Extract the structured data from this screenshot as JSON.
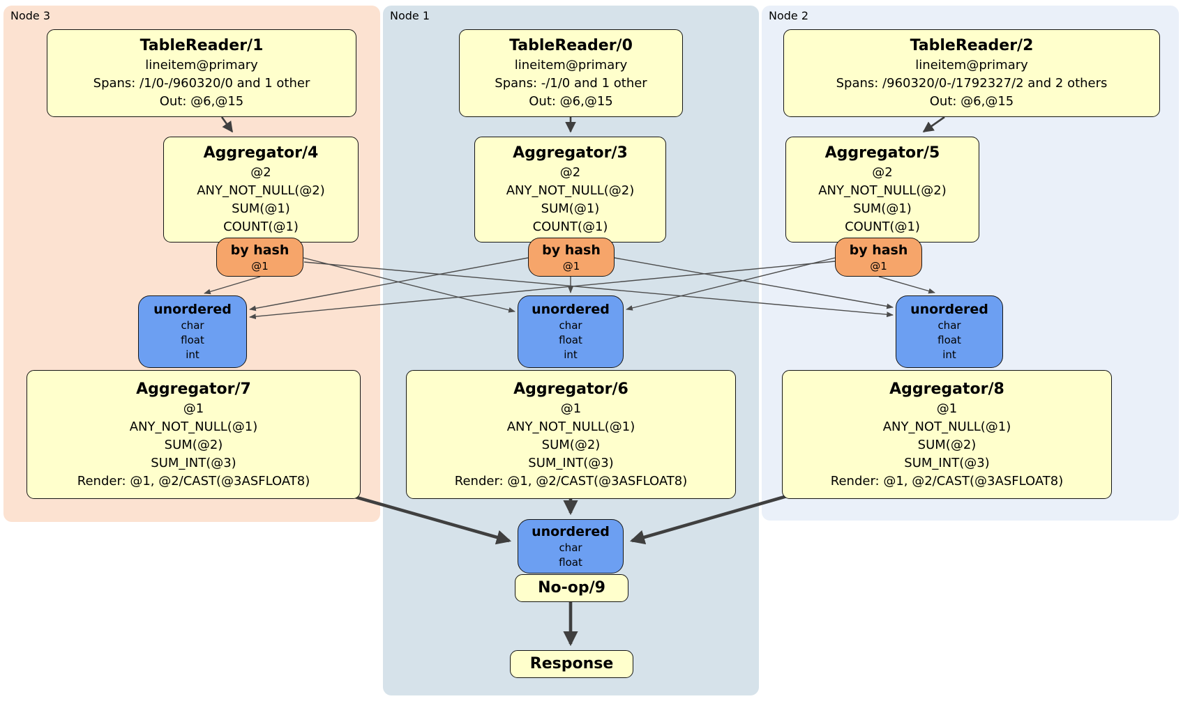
{
  "colors": {
    "node3_bg": "#fce2d1",
    "node1_bg": "#d6e2ea",
    "node2_bg": "#eaf0f9",
    "processor_fill": "#ffffcc",
    "router_fill": "#f6a56a",
    "sync_fill": "#6c9ff2",
    "edge_color": "#3f3f3f"
  },
  "regions": {
    "node3": {
      "label": "Node 3"
    },
    "node1": {
      "label": "Node 1"
    },
    "node2": {
      "label": "Node 2"
    }
  },
  "boxes": {
    "tr1": {
      "title": "TableReader/1",
      "lines": [
        "lineitem@primary",
        "Spans: /1/0-/960320/0 and 1 other",
        "Out: @6,@15"
      ]
    },
    "tr0": {
      "title": "TableReader/0",
      "lines": [
        "lineitem@primary",
        "Spans: -/1/0 and 1 other",
        "Out: @6,@15"
      ]
    },
    "tr2": {
      "title": "TableReader/2",
      "lines": [
        "lineitem@primary",
        "Spans: /960320/0-/1792327/2 and 2 others",
        "Out: @6,@15"
      ]
    },
    "agg4": {
      "title": "Aggregator/4",
      "lines": [
        "@2",
        "ANY_NOT_NULL(@2)",
        "SUM(@1)",
        "COUNT(@1)"
      ]
    },
    "agg3": {
      "title": "Aggregator/3",
      "lines": [
        "@2",
        "ANY_NOT_NULL(@2)",
        "SUM(@1)",
        "COUNT(@1)"
      ]
    },
    "agg5": {
      "title": "Aggregator/5",
      "lines": [
        "@2",
        "ANY_NOT_NULL(@2)",
        "SUM(@1)",
        "COUNT(@1)"
      ]
    },
    "router3": {
      "title": "by hash",
      "lines": [
        "@1"
      ]
    },
    "router1": {
      "title": "by hash",
      "lines": [
        "@1"
      ]
    },
    "router2": {
      "title": "by hash",
      "lines": [
        "@1"
      ]
    },
    "sync3": {
      "title": "unordered",
      "lines": [
        "char",
        "float",
        "int"
      ]
    },
    "sync1": {
      "title": "unordered",
      "lines": [
        "char",
        "float",
        "int"
      ]
    },
    "sync2": {
      "title": "unordered",
      "lines": [
        "char",
        "float",
        "int"
      ]
    },
    "agg7": {
      "title": "Aggregator/7",
      "lines": [
        "@1",
        "ANY_NOT_NULL(@1)",
        "SUM(@2)",
        "SUM_INT(@3)",
        "Render: @1, @2/CAST(@3ASFLOAT8)"
      ]
    },
    "agg6": {
      "title": "Aggregator/6",
      "lines": [
        "@1",
        "ANY_NOT_NULL(@1)",
        "SUM(@2)",
        "SUM_INT(@3)",
        "Render: @1, @2/CAST(@3ASFLOAT8)"
      ]
    },
    "agg8": {
      "title": "Aggregator/8",
      "lines": [
        "@1",
        "ANY_NOT_NULL(@1)",
        "SUM(@2)",
        "SUM_INT(@3)",
        "Render: @1, @2/CAST(@3ASFLOAT8)"
      ]
    },
    "syncfinal": {
      "title": "unordered",
      "lines": [
        "char",
        "float"
      ]
    },
    "noop": {
      "title": "No-op/9"
    },
    "response": {
      "title": "Response"
    }
  },
  "edges": [
    {
      "from": "TableReader/1",
      "to": "Aggregator/4",
      "style": "arrow"
    },
    {
      "from": "TableReader/0",
      "to": "Aggregator/3",
      "style": "arrow"
    },
    {
      "from": "TableReader/2",
      "to": "Aggregator/5",
      "style": "arrow"
    },
    {
      "from": "Aggregator/4 by hash @1",
      "to": "unordered sync node3",
      "style": "thin-arrow"
    },
    {
      "from": "Aggregator/4 by hash @1",
      "to": "unordered sync node1",
      "style": "thin-arrow"
    },
    {
      "from": "Aggregator/4 by hash @1",
      "to": "unordered sync node2",
      "style": "thin-arrow"
    },
    {
      "from": "Aggregator/3 by hash @1",
      "to": "unordered sync node3",
      "style": "thin-arrow"
    },
    {
      "from": "Aggregator/3 by hash @1",
      "to": "unordered sync node1",
      "style": "thin-arrow"
    },
    {
      "from": "Aggregator/3 by hash @1",
      "to": "unordered sync node2",
      "style": "thin-arrow"
    },
    {
      "from": "Aggregator/5 by hash @1",
      "to": "unordered sync node3",
      "style": "thin-arrow"
    },
    {
      "from": "Aggregator/5 by hash @1",
      "to": "unordered sync node1",
      "style": "thin-arrow"
    },
    {
      "from": "Aggregator/5 by hash @1",
      "to": "unordered sync node2",
      "style": "thin-arrow"
    },
    {
      "from": "Aggregator/7",
      "to": "final unordered sync",
      "style": "thick-arrow"
    },
    {
      "from": "Aggregator/6",
      "to": "final unordered sync",
      "style": "thick-arrow"
    },
    {
      "from": "Aggregator/8",
      "to": "final unordered sync",
      "style": "thick-arrow"
    },
    {
      "from": "No-op/9",
      "to": "Response",
      "style": "thick-arrow"
    }
  ]
}
